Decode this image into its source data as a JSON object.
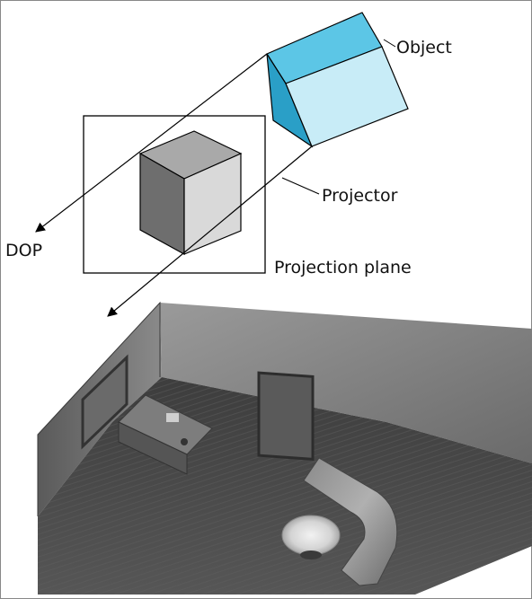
{
  "labels": {
    "object": "Object",
    "projector": "Projector",
    "dop": "DOP",
    "projection_plane": "Projection plane"
  },
  "colors": {
    "object_top": "#5cc6e6",
    "object_front": "#c8ecf7",
    "object_side": "#2a9fc7",
    "image_top": "#a9a9a9",
    "image_left": "#6e6e6e",
    "image_right": "#d9d9d9",
    "room_wall": "#8c8c8c",
    "room_floor": "#4a4a4a"
  }
}
